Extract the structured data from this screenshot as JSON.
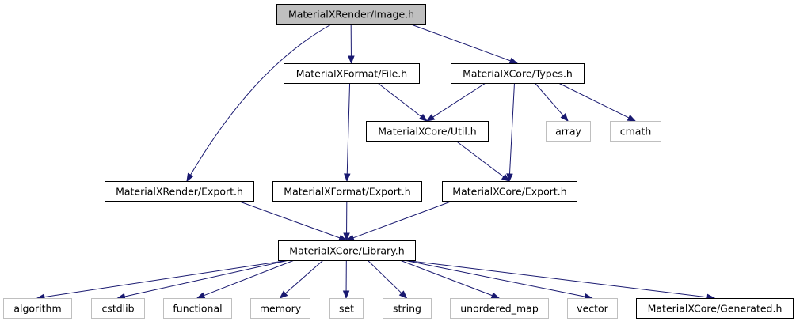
{
  "nodes": [
    {
      "id": "image_h",
      "label": "MaterialXRender/Image.h",
      "style": "root"
    },
    {
      "id": "format_file_h",
      "label": "MaterialXFormat/File.h",
      "style": "internal"
    },
    {
      "id": "core_types_h",
      "label": "MaterialXCore/Types.h",
      "style": "internal"
    },
    {
      "id": "core_util_h",
      "label": "MaterialXCore/Util.h",
      "style": "internal"
    },
    {
      "id": "array",
      "label": "array",
      "style": "external"
    },
    {
      "id": "cmath",
      "label": "cmath",
      "style": "external"
    },
    {
      "id": "render_export_h",
      "label": "MaterialXRender/Export.h",
      "style": "internal"
    },
    {
      "id": "format_export_h",
      "label": "MaterialXFormat/Export.h",
      "style": "internal"
    },
    {
      "id": "core_export_h",
      "label": "MaterialXCore/Export.h",
      "style": "internal"
    },
    {
      "id": "core_library_h",
      "label": "MaterialXCore/Library.h",
      "style": "internal"
    },
    {
      "id": "algorithm",
      "label": "algorithm",
      "style": "external"
    },
    {
      "id": "cstdlib",
      "label": "cstdlib",
      "style": "external"
    },
    {
      "id": "functional",
      "label": "functional",
      "style": "external"
    },
    {
      "id": "memory",
      "label": "memory",
      "style": "external"
    },
    {
      "id": "set",
      "label": "set",
      "style": "external"
    },
    {
      "id": "string",
      "label": "string",
      "style": "external"
    },
    {
      "id": "unordered_map",
      "label": "unordered_map",
      "style": "external"
    },
    {
      "id": "vector",
      "label": "vector",
      "style": "external"
    },
    {
      "id": "core_generated_h",
      "label": "MaterialXCore/Generated.h",
      "style": "internal"
    }
  ],
  "edges": [
    {
      "from": "image_h",
      "to": "format_file_h"
    },
    {
      "from": "image_h",
      "to": "core_types_h"
    },
    {
      "from": "image_h",
      "to": "render_export_h"
    },
    {
      "from": "format_file_h",
      "to": "core_util_h"
    },
    {
      "from": "format_file_h",
      "to": "format_export_h"
    },
    {
      "from": "core_types_h",
      "to": "core_util_h"
    },
    {
      "from": "core_types_h",
      "to": "array"
    },
    {
      "from": "core_types_h",
      "to": "cmath"
    },
    {
      "from": "core_types_h",
      "to": "core_export_h"
    },
    {
      "from": "core_util_h",
      "to": "core_export_h"
    },
    {
      "from": "render_export_h",
      "to": "core_library_h"
    },
    {
      "from": "format_export_h",
      "to": "core_library_h"
    },
    {
      "from": "core_export_h",
      "to": "core_library_h"
    },
    {
      "from": "core_library_h",
      "to": "algorithm"
    },
    {
      "from": "core_library_h",
      "to": "cstdlib"
    },
    {
      "from": "core_library_h",
      "to": "functional"
    },
    {
      "from": "core_library_h",
      "to": "memory"
    },
    {
      "from": "core_library_h",
      "to": "set"
    },
    {
      "from": "core_library_h",
      "to": "string"
    },
    {
      "from": "core_library_h",
      "to": "unordered_map"
    },
    {
      "from": "core_library_h",
      "to": "vector"
    },
    {
      "from": "core_library_h",
      "to": "core_generated_h"
    }
  ],
  "colors": {
    "edge": "#191970",
    "root_fill": "#bfbfbf",
    "external_border": "#bfbfbf",
    "node_border": "#000000"
  }
}
